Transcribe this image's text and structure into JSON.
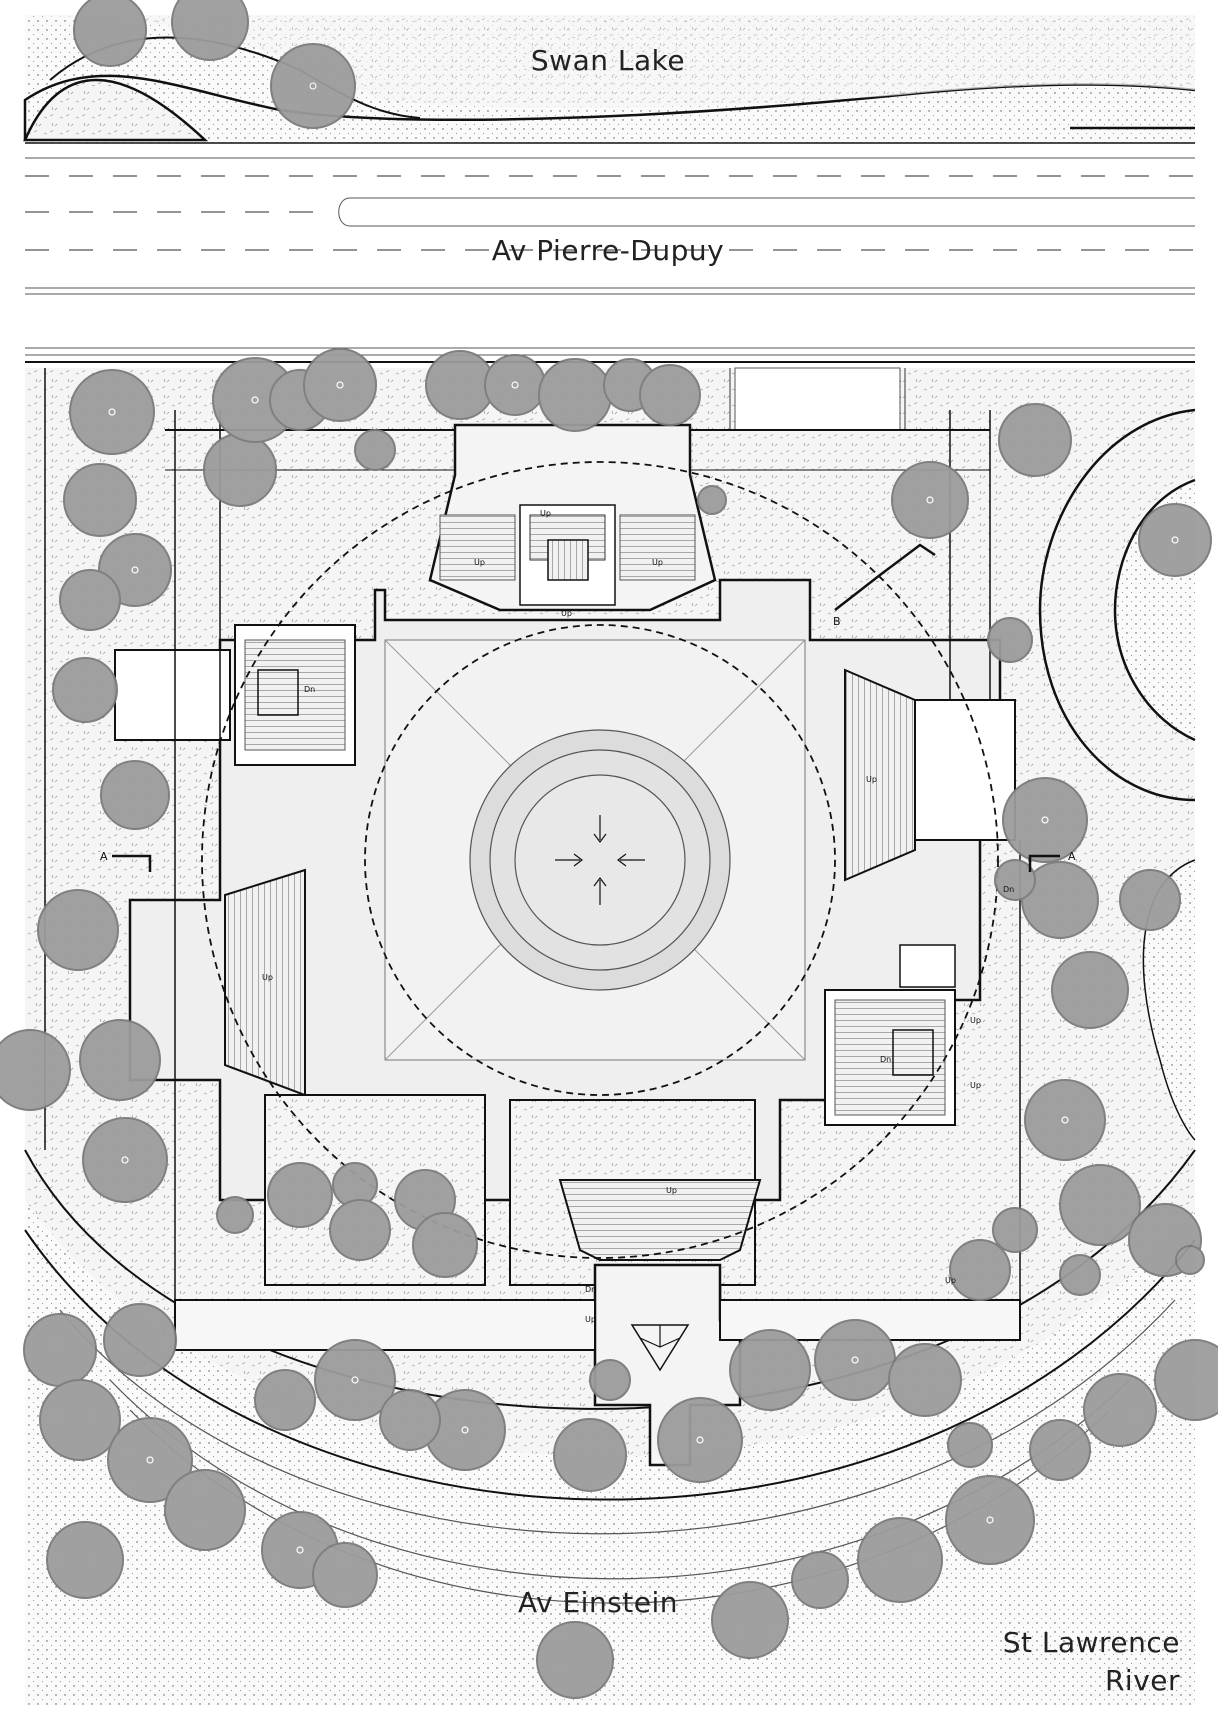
{
  "labels": {
    "water_top": "Swan Lake",
    "road_top": "Av Pierre-Dupuy",
    "road_bottom": "Av Einstein",
    "river_line1": "St Lawrence",
    "river_line2": "River"
  },
  "section_marks": {
    "a": "A",
    "b": "B"
  },
  "stair_labels": {
    "up": "Up",
    "dn": "Dn"
  },
  "colors": {
    "paper": "#ffffff",
    "ground_hatch": "#f4f4f4",
    "plaza": "#efefef",
    "tree_fill": "#9c9c9c",
    "tree_stroke": "#7a7a7a",
    "line": "#111111"
  }
}
